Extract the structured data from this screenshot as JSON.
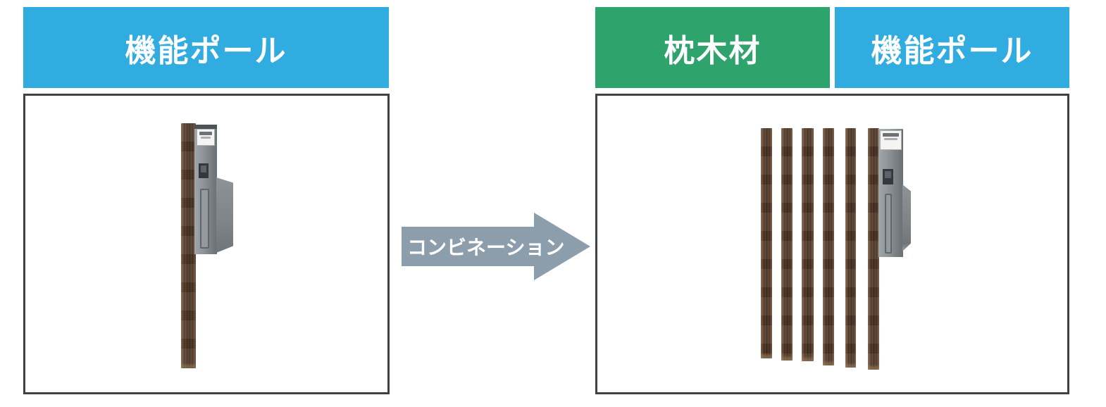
{
  "left_panel": {
    "header": {
      "label": "機能ポール",
      "color": "#31ACE0"
    }
  },
  "arrow": {
    "label": "コンビネーション",
    "color": "#8C9EAC"
  },
  "right_panel": {
    "headers": [
      {
        "label": "枕木材",
        "color": "#2EA36C"
      },
      {
        "label": "機能ポール",
        "color": "#31ACE0"
      }
    ]
  },
  "style": {
    "frame_border_color": "#3F4245",
    "background": "#FFFFFF"
  }
}
